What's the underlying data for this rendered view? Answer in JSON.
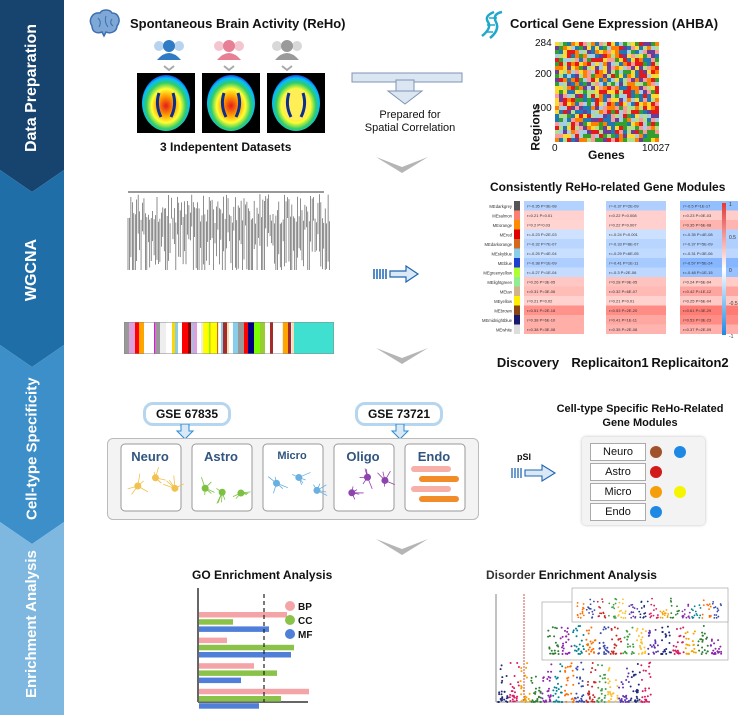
{
  "sidebar": {
    "stages": [
      {
        "label": "Data Preparation",
        "color": "#17446f"
      },
      {
        "label": "WGCNA",
        "color": "#1f6ea7"
      },
      {
        "label": "Cell-type Specificity",
        "color": "#3c8fc8"
      },
      {
        "label": "Enrichment Analysis",
        "color": "#7eb8e0"
      }
    ]
  },
  "data_prep": {
    "reho_title": "Spontaneous Brain Activity (ReHo)",
    "datasets_label": "3 Indepentent Datasets",
    "prep_label_1": "Prepared for",
    "prep_label_2": "Spatial Correlation",
    "ahba_title": "Cortical Gene Expression (AHBA)",
    "heatmap": {
      "ylabel": "Regions",
      "xlabel": "Genes",
      "y_ticks": [
        "284",
        "200",
        "100"
      ],
      "x_ticks": [
        "0",
        "10027"
      ]
    }
  },
  "wgcna": {
    "module_title": "Consistently ReHo-related Gene Modules",
    "columns": [
      "Discovery",
      "Replicaiton1",
      "Replicaiton2"
    ],
    "colorbar_ticks": [
      "1",
      "0.5",
      "0",
      "-0.5",
      "-1"
    ],
    "modules": [
      {
        "name": "MEdarkgrey",
        "color": "#555555"
      },
      {
        "name": "MEsalmon",
        "color": "#fa8072"
      },
      {
        "name": "MEorange",
        "color": "#ff8c00"
      },
      {
        "name": "MEred",
        "color": "#e00000"
      },
      {
        "name": "MEdarkorange",
        "color": "#d2691e"
      },
      {
        "name": "MEskyblue",
        "color": "#87ceeb"
      },
      {
        "name": "MEblue",
        "color": "#1f3fd0"
      },
      {
        "name": "MEgreenyellow",
        "color": "#adff2f"
      },
      {
        "name": "MElightgreen",
        "color": "#90ee90"
      },
      {
        "name": "MEtan",
        "color": "#d2b48c"
      },
      {
        "name": "MEyellow",
        "color": "#ffee00"
      },
      {
        "name": "MEbrown",
        "color": "#8b4513"
      },
      {
        "name": "MEmidnightblue",
        "color": "#191970"
      },
      {
        "name": "MEwhite",
        "color": "#dddddd"
      }
    ],
    "values": [
      {
        "cells": [
          {
            "t": "r=-0.35 P=3E-08",
            "v": -0.35
          },
          {
            "t": "r=-0.37 P=2E-09",
            "v": -0.37
          },
          {
            "t": "r=-0.5 P=1E-17",
            "v": -0.5
          }
        ]
      },
      {
        "cells": [
          {
            "t": "r=0.21 P=0.01",
            "v": 0.21
          },
          {
            "t": "r=0.22 P=0.008",
            "v": 0.22
          },
          {
            "t": "r=0.23 P=0E-03",
            "v": 0.23
          }
        ]
      },
      {
        "cells": [
          {
            "t": "r=0.2 P=0.03",
            "v": 0.2
          },
          {
            "t": "r=0.22 P=0.007",
            "v": 0.22
          },
          {
            "t": "r=0.35 P=6E-08",
            "v": 0.35
          }
        ]
      },
      {
        "cells": [
          {
            "t": "r=-0.23 P=2E-03",
            "v": -0.23
          },
          {
            "t": "r=-0.24 P=0.001",
            "v": -0.24
          },
          {
            "t": "r=-0.35 P=4E-08",
            "v": -0.35
          }
        ]
      },
      {
        "cells": [
          {
            "t": "r=-0.32 P=7E-07",
            "v": -0.32
          },
          {
            "t": "r=-0.33 P=8E-07",
            "v": -0.33
          },
          {
            "t": "r=-0.37 P=5E-09",
            "v": -0.37
          }
        ]
      },
      {
        "cells": [
          {
            "t": "r=-0.25 P=4E-04",
            "v": -0.25
          },
          {
            "t": "r=-0.29 P=6E-05",
            "v": -0.29
          },
          {
            "t": "r=-0.31 P=3E-06",
            "v": -0.31
          }
        ]
      },
      {
        "cells": [
          {
            "t": "r=-0.38 P=1E-09",
            "v": -0.38
          },
          {
            "t": "r=-0.41 P=1E-11",
            "v": -0.41
          },
          {
            "t": "r=-0.57 P=5E-24",
            "v": -0.57
          }
        ]
      },
      {
        "cells": [
          {
            "t": "r=-0.27 P=1E-04",
            "v": -0.27
          },
          {
            "t": "r=-0.3 P=2E-06",
            "v": -0.3
          },
          {
            "t": "r=-0.48 P=1E-15",
            "v": -0.48
          }
        ]
      },
      {
        "cells": [
          {
            "t": "r=0.26 P=3E-05",
            "v": 0.26
          },
          {
            "t": "r=0.28 P=9E-05",
            "v": 0.28
          },
          {
            "t": "r=0.24 P=6E-04",
            "v": 0.24
          }
        ]
      },
      {
        "cells": [
          {
            "t": "r=0.31 P=3E-06",
            "v": 0.31
          },
          {
            "t": "r=0.32 P=6E-07",
            "v": 0.32
          },
          {
            "t": "r=0.42 P=1E-12",
            "v": 0.42
          }
        ]
      },
      {
        "cells": [
          {
            "t": "r=0.21 P=0.02",
            "v": 0.21
          },
          {
            "t": "r=0.21 P=0.01",
            "v": 0.21
          },
          {
            "t": "r=0.25 P=6E-04",
            "v": 0.25
          }
        ]
      },
      {
        "cells": [
          {
            "t": "r=0.51 P=2E-18",
            "v": 0.51
          },
          {
            "t": "r=0.53 P=2E-20",
            "v": 0.53
          },
          {
            "t": "r=0.61 P=3E-29",
            "v": 0.61
          }
        ]
      },
      {
        "cells": [
          {
            "t": "r=0.38 P=6E-10",
            "v": 0.38
          },
          {
            "t": "r=0.41 P=1E-11",
            "v": 0.41
          },
          {
            "t": "r=0.53 P=3E-23",
            "v": 0.53
          }
        ]
      },
      {
        "cells": [
          {
            "t": "r=0.38 P=3E-08",
            "v": 0.38
          },
          {
            "t": "r=0.35 P=2E-08",
            "v": 0.35
          },
          {
            "t": "r=0.37 P=2E-09",
            "v": 0.37
          }
        ]
      }
    ]
  },
  "celltype": {
    "gse1": "GSE 67835",
    "gse2": "GSE 73721",
    "cells": [
      "Neuro",
      "Astro",
      "Micro",
      "Oligo",
      "Endo"
    ],
    "psi_label": "pSI",
    "result_title_1": "Cell-type Specific ReHo-Related",
    "result_title_2": "Gene Modules",
    "result_rows": [
      {
        "label": "Neuro",
        "dots": [
          "#a0522d",
          "#1e88e5"
        ]
      },
      {
        "label": "Astro",
        "dots": [
          "#d11a1a"
        ]
      },
      {
        "label": "Micro",
        "dots": [
          "#f59e0b",
          "#f5f500"
        ]
      },
      {
        "label": "Endo",
        "dots": [
          "#1e88e5"
        ]
      }
    ]
  },
  "enrichment": {
    "go_title": "GO Enrichment Analysis",
    "disorder_word": "Disorder",
    "disorder_rest": " Enrichment Analysis",
    "legend": [
      {
        "label": "BP",
        "color": "#f4a4a6"
      },
      {
        "label": "CC",
        "color": "#8bc34a"
      },
      {
        "label": "MF",
        "color": "#4f7fd9"
      }
    ],
    "go_bars": [
      0.88,
      0.34,
      0.7,
      0.28,
      0.95,
      0.92,
      0.55,
      0.78,
      0.42,
      1.1,
      0.82,
      0.6
    ]
  }
}
